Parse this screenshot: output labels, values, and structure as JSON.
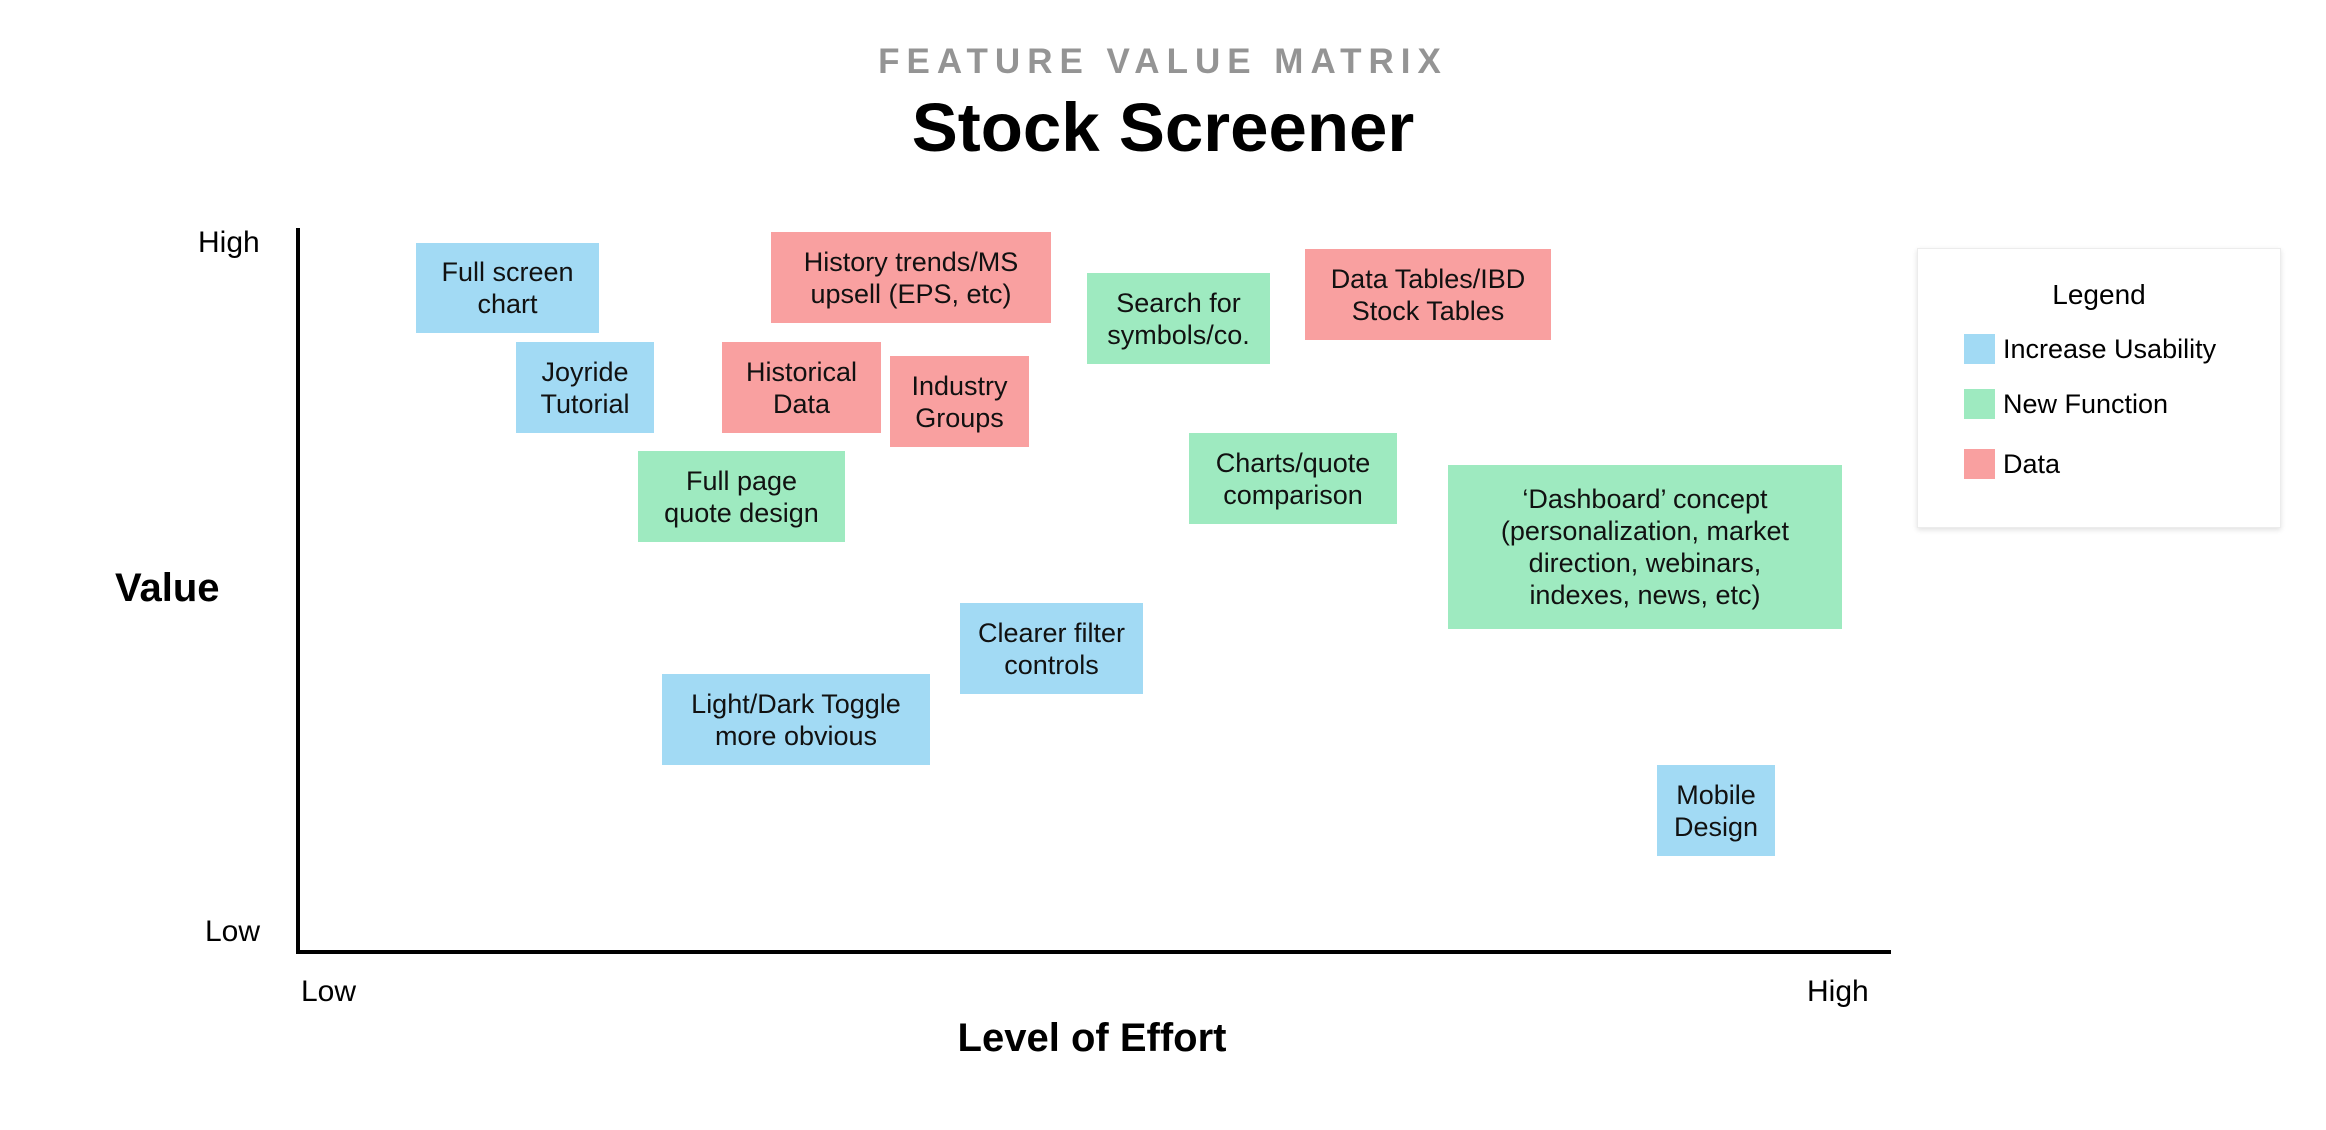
{
  "header": {
    "kicker": "FEATURE VALUE MATRIX",
    "title": "Stock Screener"
  },
  "axes": {
    "y_title": "Value",
    "y_high": "High",
    "y_low": "Low",
    "x_title": "Level of Effort",
    "x_low": "Low",
    "x_high": "High"
  },
  "colors": {
    "usability": "#a2daf4",
    "new_function": "#9eeac0",
    "data": "#f9a0a0"
  },
  "features": [
    {
      "label": "Full screen\nchart",
      "category": "usability"
    },
    {
      "label": "Joyride\nTutorial",
      "category": "usability"
    },
    {
      "label": "History trends/MS\nupsell (EPS, etc)",
      "category": "data"
    },
    {
      "label": "Historical\nData",
      "category": "data"
    },
    {
      "label": "Industry\nGroups",
      "category": "data"
    },
    {
      "label": "Search for\nsymbols/co.",
      "category": "new_function"
    },
    {
      "label": "Data Tables/IBD\nStock Tables",
      "category": "data"
    },
    {
      "label": "Full page\nquote design",
      "category": "new_function"
    },
    {
      "label": "Charts/quote\ncomparison",
      "category": "new_function"
    },
    {
      "label": "‘Dashboard’ concept\n(personalization, market\ndirection, webinars,\nindexes, news, etc)",
      "category": "new_function"
    },
    {
      "label": "Clearer filter\ncontrols",
      "category": "usability"
    },
    {
      "label": "Light/Dark Toggle\nmore obvious",
      "category": "usability"
    },
    {
      "label": "Mobile\nDesign",
      "category": "usability"
    }
  ],
  "legend": {
    "title": "Legend",
    "items": [
      {
        "label": "Increase Usability",
        "category": "usability"
      },
      {
        "label": "New Function",
        "category": "new_function"
      },
      {
        "label": "Data",
        "category": "data"
      }
    ]
  }
}
